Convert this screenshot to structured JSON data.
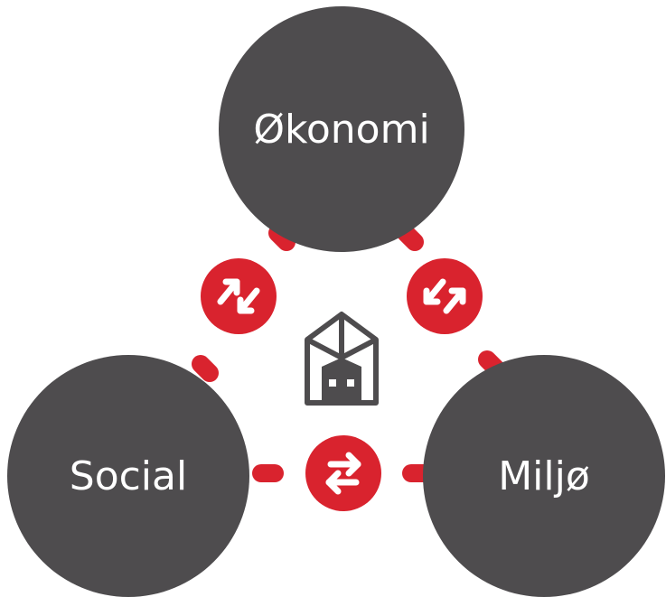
{
  "diagram": {
    "colors": {
      "circle": "#4e4c4e",
      "accent": "#d9232e",
      "arrow": "#ffffff",
      "house": "#4e4c4e",
      "background": "#ffffff"
    },
    "nodes": [
      {
        "id": "okonomi",
        "label": "Økonomi"
      },
      {
        "id": "social",
        "label": "Social"
      },
      {
        "id": "miljo",
        "label": "Miljø"
      }
    ],
    "links": [
      {
        "from": "okonomi",
        "to": "social",
        "icon": "diagonal-swap-arrows-icon"
      },
      {
        "from": "okonomi",
        "to": "miljo",
        "icon": "diagonal-swap-arrows-icon"
      },
      {
        "from": "social",
        "to": "miljo",
        "icon": "horizontal-swap-arrows-icon"
      }
    ],
    "center_icon": "house-icon"
  }
}
